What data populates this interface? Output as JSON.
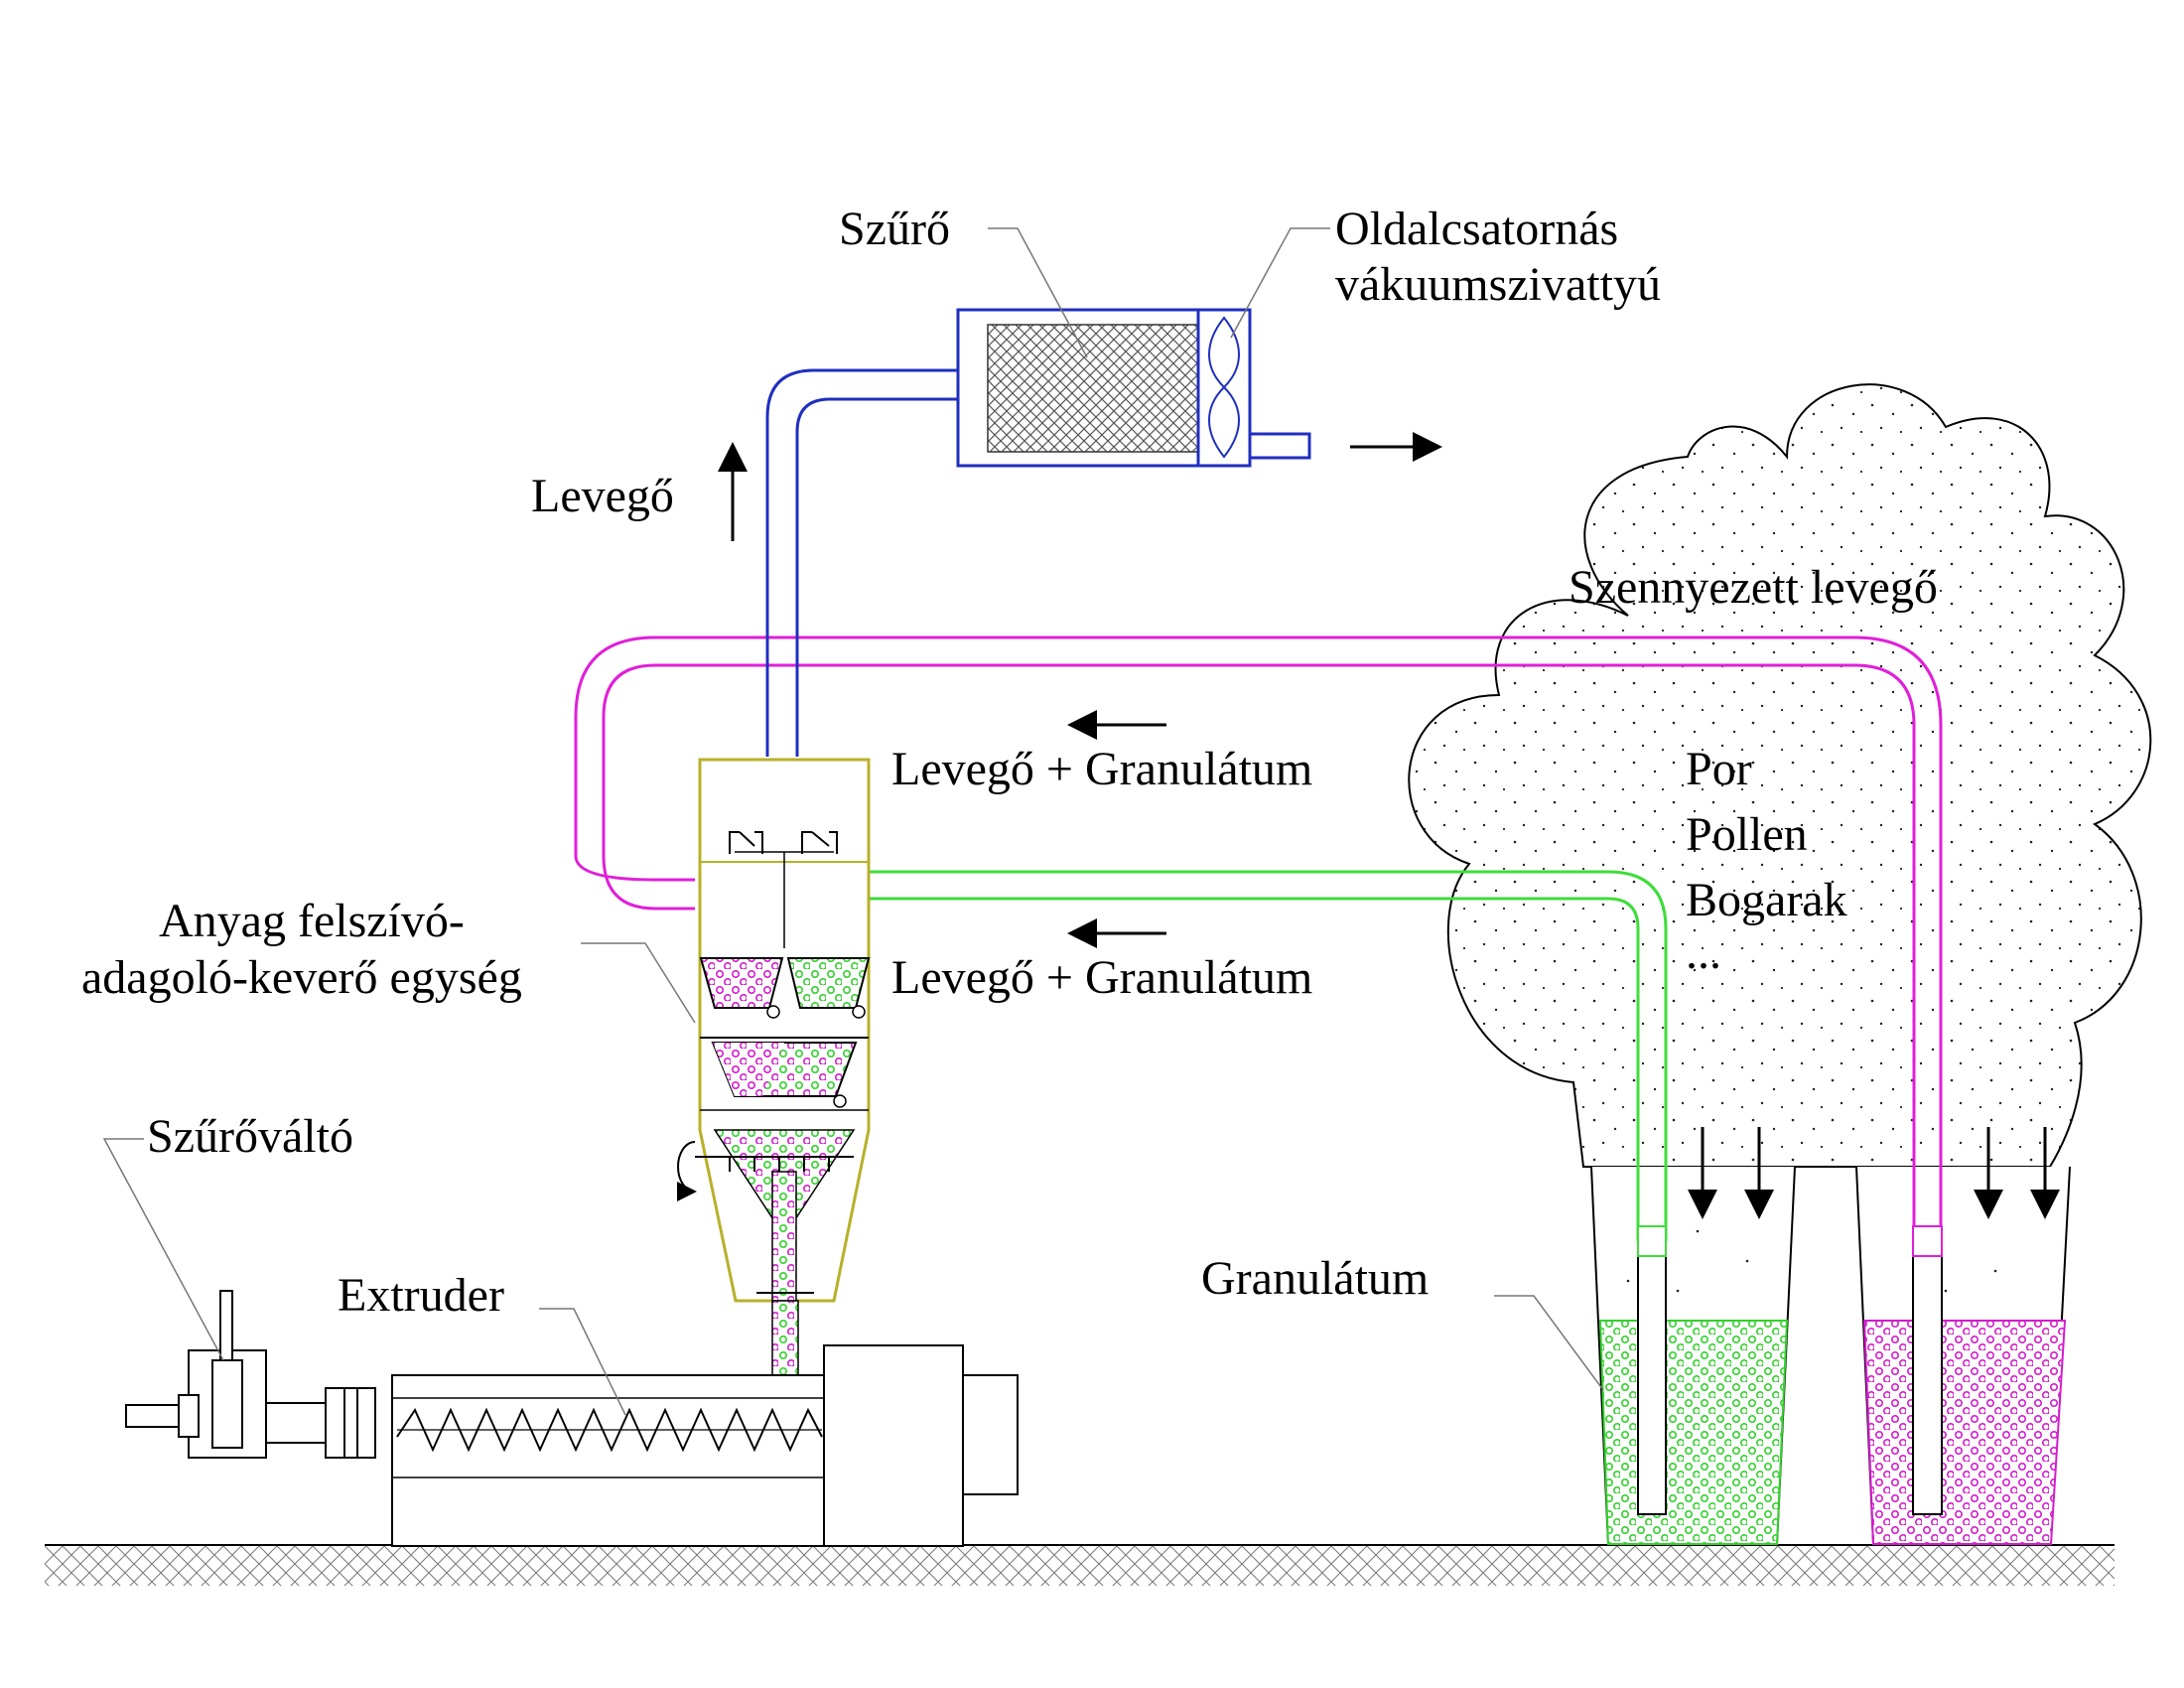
{
  "labels": {
    "filter": "Szűrő",
    "pump_line1": "Oldalcsatornás",
    "pump_line2": "vákuumszivattyú",
    "air_up": "Levegő",
    "polluted_air": "Szennyezett levegő",
    "air_granulate_top": "Levegő + Granulátum",
    "air_granulate_bottom": "Levegő + Granulátum",
    "cloud_item_1": "Por",
    "cloud_item_2": "Pollen",
    "cloud_item_3": "Bogarak",
    "cloud_item_4": "...",
    "unit_line1": "Anyag felszívó-",
    "unit_line2": "adagoló-keverő egység",
    "screen_changer": "Szűrőváltó",
    "extruder": "Extruder",
    "granulate": "Granulátum"
  },
  "colors": {
    "vacuum_line": "#1f2fbf",
    "magenta_line": "#e01fd8",
    "green_line": "#3fdc3a",
    "hopper_outline": "#b8b02a",
    "outline": "#000000"
  }
}
